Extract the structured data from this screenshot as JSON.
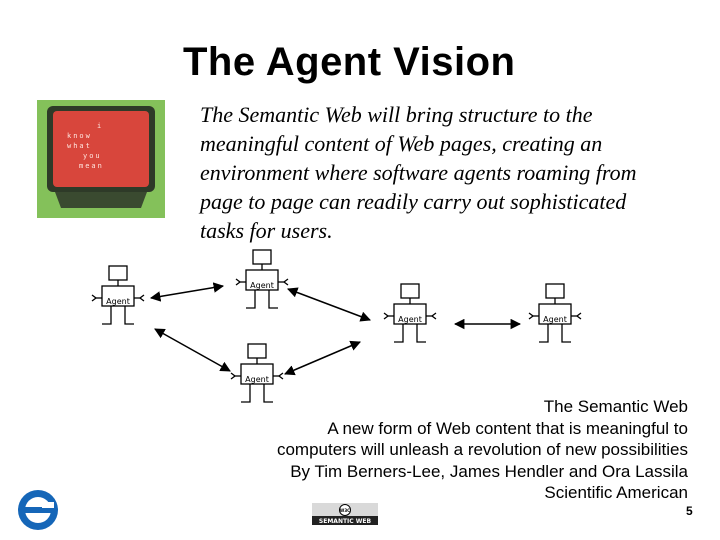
{
  "slide": {
    "title": "The Agent Vision",
    "intro": "The Semantic Web will bring structure to the meaningful content of Web pages, creating an environment where software agents roaming from page to page can readily carry out sophisticated tasks for users.",
    "monitor_screen_words": [
      "i",
      "know",
      "what",
      "you",
      "mean"
    ],
    "agent_label": "Agent",
    "citation": [
      "The Semantic Web",
      "A new form of Web content that is meaningful to",
      "computers will unleash a revolution of new possibilities",
      "By Tim Berners-Lee, James Hendler and Ora Lassila",
      "Scientific American"
    ],
    "page_number": "5",
    "badge": {
      "top": "W3C",
      "bottom": "SEMANTIC WEB"
    }
  },
  "colors": {
    "monitor_green": "#84c15a",
    "screen_red": "#d8463c",
    "logo_blue": "#1566b8"
  },
  "icons": [
    "monitor-icon",
    "agent-figure-icon",
    "double-arrow-icon",
    "circle-logo-icon",
    "semantic-web-badge-icon"
  ]
}
